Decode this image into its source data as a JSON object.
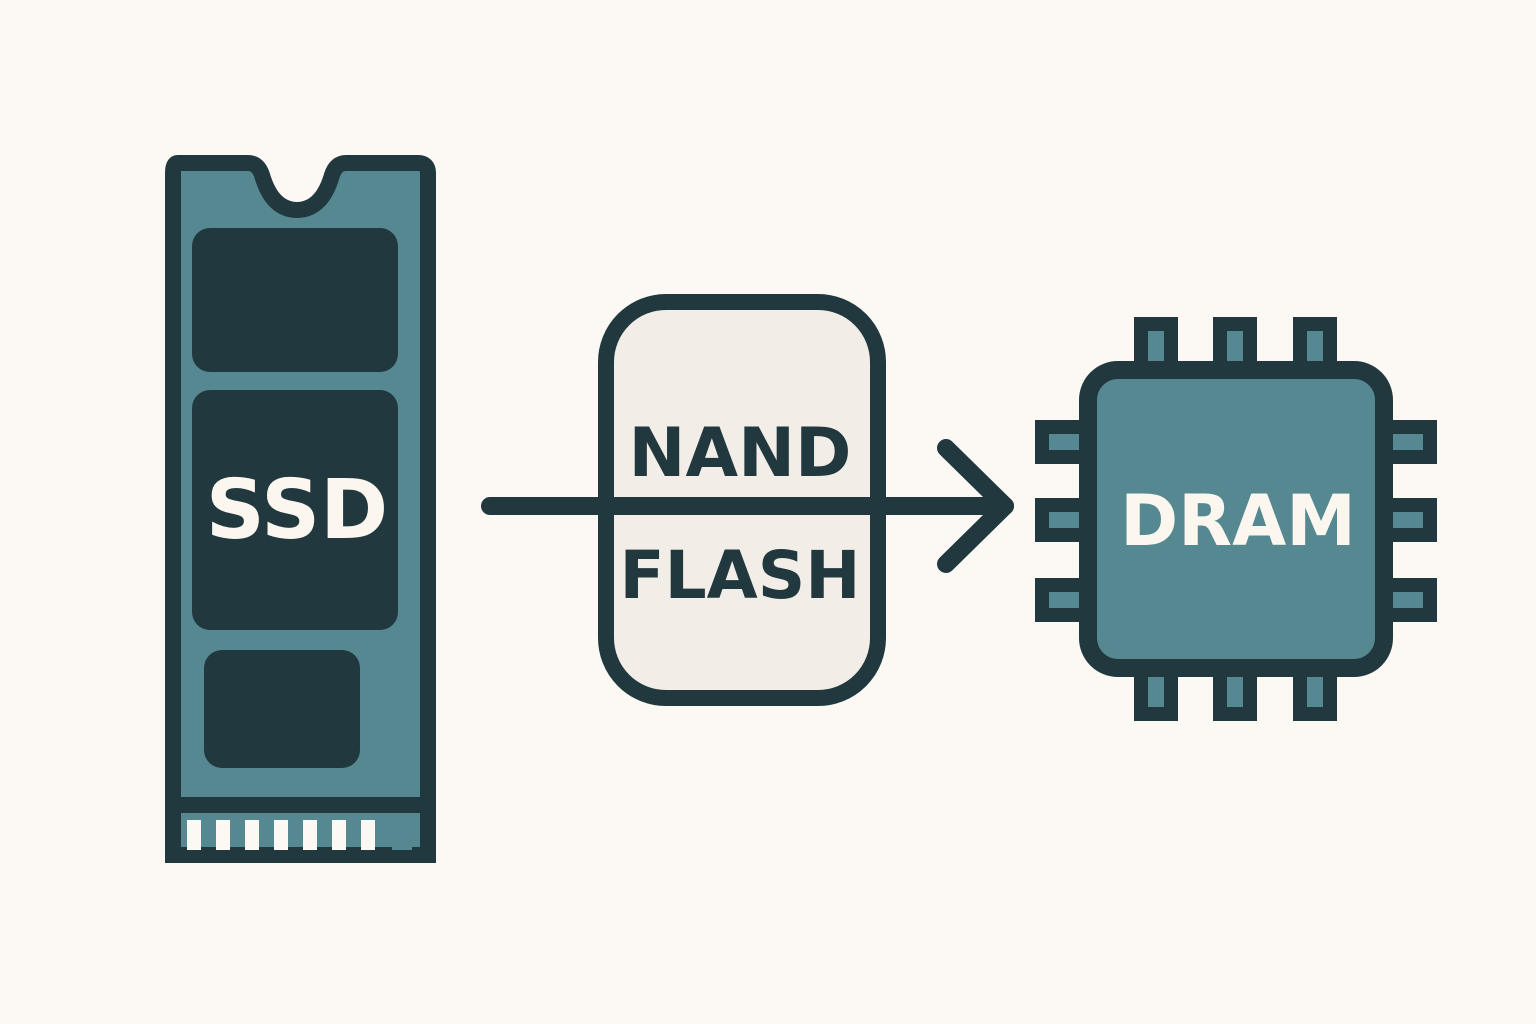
{
  "diagram": {
    "ssd": {
      "label": "SSD",
      "body_color": "#558891",
      "chip_color": "#22383f"
    },
    "nand": {
      "line1": "NAND",
      "line2": "FLASH",
      "fill_color": "#f2ede6"
    },
    "dram": {
      "label": "DRAM",
      "fill_color": "#558891"
    },
    "colors": {
      "outline": "#22383f",
      "background": "#fcf9f4",
      "text_light": "#fcf7ee"
    }
  }
}
